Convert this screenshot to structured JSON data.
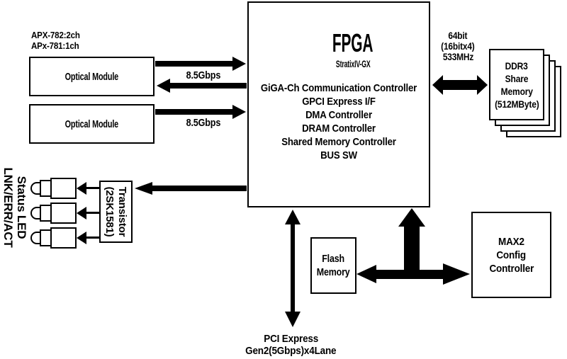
{
  "colors": {
    "ink": "#000000",
    "background": "#ffffff"
  },
  "captions": {
    "line1": "APX-782:2ch",
    "line2": "APx-781:1ch"
  },
  "optical": {
    "module1": "Optical Module",
    "module2": "Optical Module"
  },
  "rates": {
    "om1": "8.5Gbps",
    "om2": "8.5Gbps"
  },
  "fpga": {
    "title": "FPGA",
    "subtitle": "StratixIV-GX",
    "features": [
      "GiGA-Ch Communication Controller",
      "GPCI Express I/F",
      "DMA Controller",
      "DRAM Controller",
      "Shared Memory Controller",
      "BUS SW"
    ]
  },
  "ddr3": {
    "bus1": "64bit",
    "bus2": "(16bitx4)",
    "bus3": "533MHz",
    "mem1": "DDR3",
    "mem2": "Share",
    "mem3": "Memory",
    "mem4": "(512MByte)"
  },
  "transistor": {
    "line1": "Transistor",
    "line2": "(2SK1581)"
  },
  "status_led": {
    "line1": "Status LED",
    "line2": "LNK/ERR/ACT"
  },
  "flash": {
    "line1": "Flash",
    "line2": "Memory"
  },
  "max2": {
    "line1": "MAX2",
    "line2": "Config",
    "line3": "Controller"
  },
  "pcie": {
    "line1": "PCI Express",
    "line2": "Gen2(5Gbps)x4Lane"
  }
}
